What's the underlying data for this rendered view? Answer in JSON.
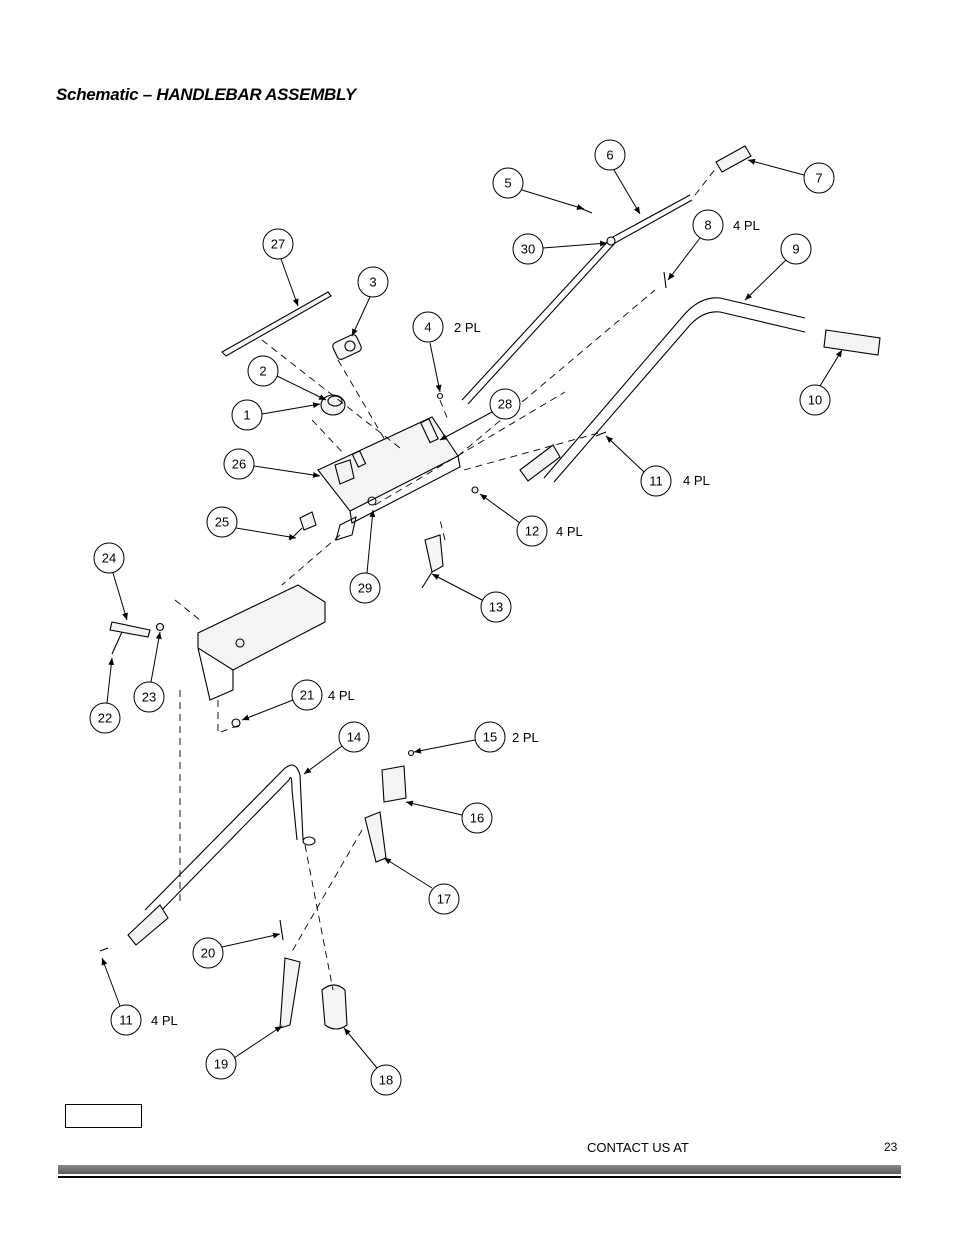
{
  "page": {
    "title": "Schematic – HANDLEBAR ASSEMBLY",
    "footer_contact": "CONTACT US AT",
    "page_number": "23"
  },
  "callouts": [
    {
      "id": "1",
      "qty": ""
    },
    {
      "id": "2",
      "qty": ""
    },
    {
      "id": "3",
      "qty": ""
    },
    {
      "id": "4",
      "qty": "2 PL"
    },
    {
      "id": "5",
      "qty": ""
    },
    {
      "id": "6",
      "qty": ""
    },
    {
      "id": "7",
      "qty": ""
    },
    {
      "id": "8",
      "qty": "4 PL"
    },
    {
      "id": "9",
      "qty": ""
    },
    {
      "id": "10",
      "qty": ""
    },
    {
      "id": "11",
      "qty": "4 PL"
    },
    {
      "id": "12",
      "qty": "4 PL"
    },
    {
      "id": "13",
      "qty": ""
    },
    {
      "id": "14",
      "qty": ""
    },
    {
      "id": "15",
      "qty": "2 PL"
    },
    {
      "id": "16",
      "qty": ""
    },
    {
      "id": "17",
      "qty": ""
    },
    {
      "id": "18",
      "qty": ""
    },
    {
      "id": "19",
      "qty": ""
    },
    {
      "id": "20",
      "qty": ""
    },
    {
      "id": "21",
      "qty": "4 PL"
    },
    {
      "id": "22",
      "qty": ""
    },
    {
      "id": "23",
      "qty": ""
    },
    {
      "id": "24",
      "qty": ""
    },
    {
      "id": "25",
      "qty": ""
    },
    {
      "id": "26",
      "qty": ""
    },
    {
      "id": "27",
      "qty": ""
    },
    {
      "id": "28",
      "qty": ""
    },
    {
      "id": "29",
      "qty": ""
    },
    {
      "id": "30",
      "qty": ""
    },
    {
      "id": "11",
      "qty": "4 PL"
    }
  ]
}
